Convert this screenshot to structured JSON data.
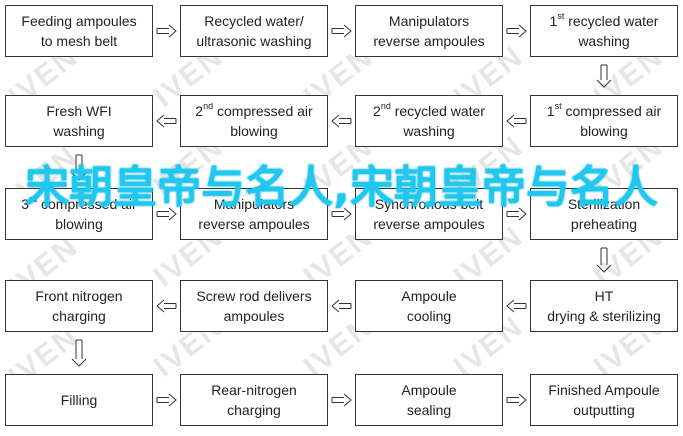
{
  "watermark": "IVEN",
  "overlay_text": "宋朝皇帝与名人,宋朝皇帝与名人",
  "steps": [
    {
      "pre": "",
      "sup": "",
      "post": "Feeding ampoules",
      "line2": "to mesh belt"
    },
    {
      "pre": "",
      "sup": "",
      "post": "Recycled water/",
      "line2": "ultrasonic washing"
    },
    {
      "pre": "",
      "sup": "",
      "post": "Manipulators",
      "line2": "reverse ampoules"
    },
    {
      "pre": "1",
      "sup": "st",
      "post": " recycled water",
      "line2": "washing"
    },
    {
      "pre": "1",
      "sup": "st",
      "post": " compressed air",
      "line2": "blowing"
    },
    {
      "pre": "2",
      "sup": "nd",
      "post": " recycled water",
      "line2": "washing"
    },
    {
      "pre": "2",
      "sup": "nd",
      "post": " compressed air",
      "line2": "blowing"
    },
    {
      "pre": "",
      "sup": "",
      "post": "Fresh WFI",
      "line2": "washing"
    },
    {
      "pre": "3",
      "sup": "rd",
      "post": " compressed air",
      "line2": "blowing"
    },
    {
      "pre": "",
      "sup": "",
      "post": "Manipulators",
      "line2": "reverse ampoules"
    },
    {
      "pre": "",
      "sup": "",
      "post": "Synchronous belt",
      "line2": "reverse ampoules"
    },
    {
      "pre": "",
      "sup": "",
      "post": "Sterilization",
      "line2": "preheating"
    },
    {
      "pre": "",
      "sup": "",
      "post": "HT",
      "line2": "drying & sterilizing"
    },
    {
      "pre": "",
      "sup": "",
      "post": "Ampoule",
      "line2": "cooling"
    },
    {
      "pre": "",
      "sup": "",
      "post": "Screw rod delivers",
      "line2": "ampoules"
    },
    {
      "pre": "",
      "sup": "",
      "post": "Front nitrogen",
      "line2": "charging"
    },
    {
      "pre": "",
      "sup": "",
      "post": "Filling",
      "line2": ""
    },
    {
      "pre": "",
      "sup": "",
      "post": "Rear-nitrogen",
      "line2": "charging"
    },
    {
      "pre": "",
      "sup": "",
      "post": "Ampoule",
      "line2": "sealing"
    },
    {
      "pre": "",
      "sup": "",
      "post": "Finished Ampoule",
      "line2": "outputting"
    }
  ]
}
